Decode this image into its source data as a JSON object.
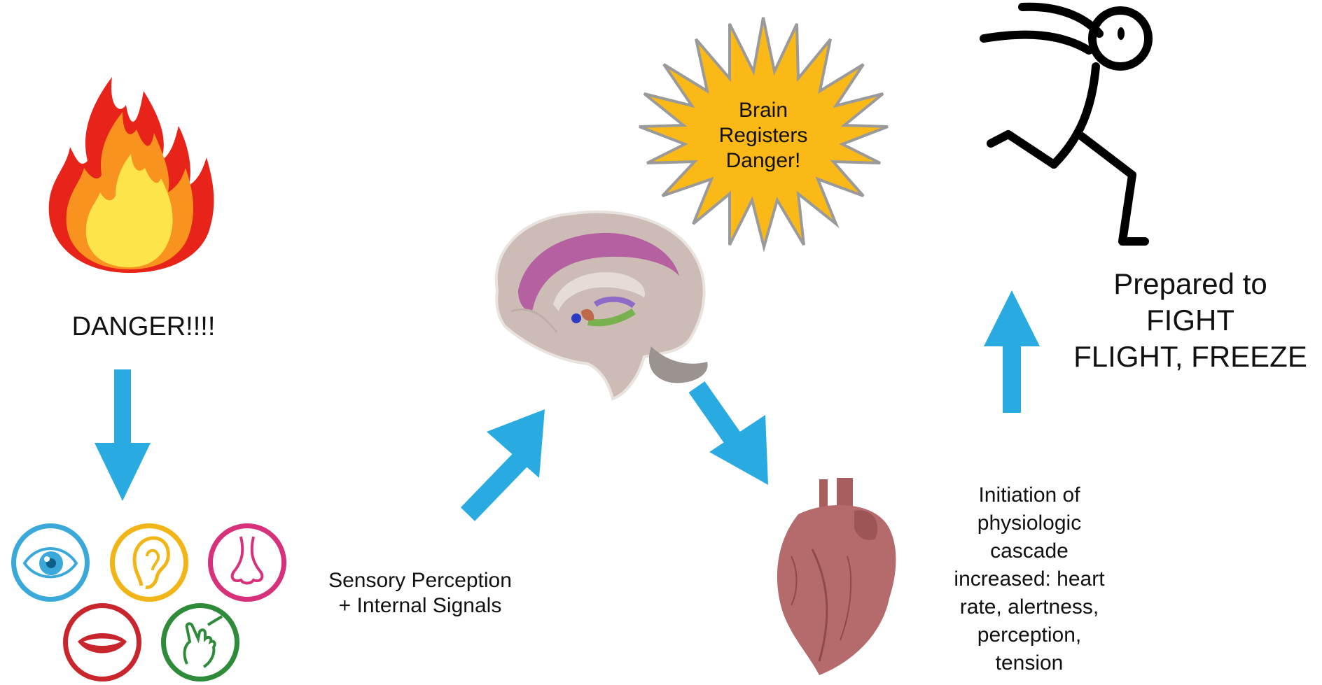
{
  "fire_label": "DANGER!!!!",
  "senses_label_line1": "Sensory Perception",
  "senses_label_line2": "+ Internal Signals",
  "burst_label_line1": "Brain",
  "burst_label_line2": "Registers",
  "burst_label_line3": "Danger!",
  "response_label_line1": "Prepared to",
  "response_label_line2": "FIGHT",
  "response_label_line3": "FLIGHT, FREEZE",
  "cascade_lines": [
    "Initiation of",
    "physiologic",
    "cascade",
    "increased: heart",
    "rate, alertness,",
    "perception,",
    "tension"
  ],
  "colors": {
    "arrow": "#29abe2",
    "fire_outer": "#e8231a",
    "fire_mid": "#f7931e",
    "fire_inner": "#fde44b",
    "burst_fill": "#fbb917",
    "burst_stroke": "#9a9a9a",
    "eye": "#3aa9d9",
    "ear": "#f2b517",
    "nose": "#d6317a",
    "mouth": "#c8262c",
    "hand": "#2e8b3a",
    "heart": "#b56b6b",
    "brain": "#cdbcb6"
  }
}
